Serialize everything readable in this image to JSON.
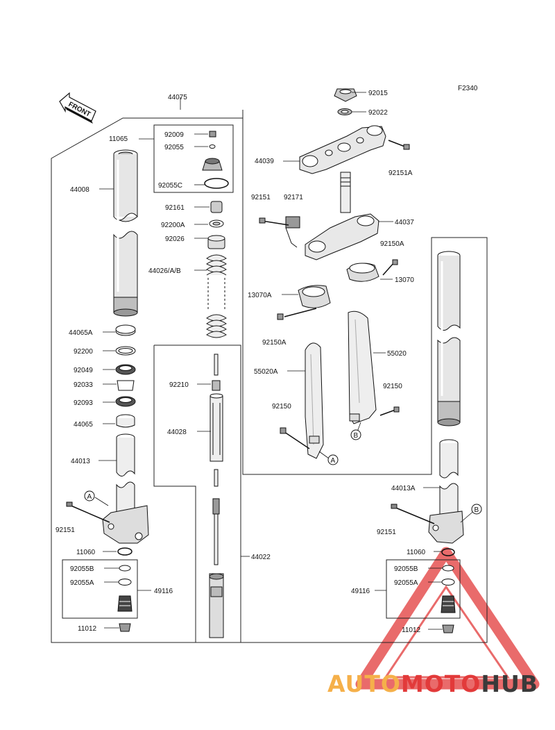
{
  "diagram": {
    "figure_code": "F2340",
    "front_label": "FRONT",
    "callouts": {
      "a1": "A",
      "b1": "B",
      "a2": "A",
      "b2": "B"
    },
    "labels": {
      "p44075": "44075",
      "p92015": "92015",
      "p92022": "92022",
      "p11065": "11065",
      "p92009": "92009",
      "p92055": "92055",
      "p44039": "44039",
      "p92151A": "92151A",
      "p44008": "44008",
      "p92055C": "92055C",
      "p92151_top": "92151",
      "p92171": "92171",
      "p92161": "92161",
      "p44037": "44037",
      "p92200A": "92200A",
      "p92026": "92026",
      "p92150A_r": "92150A",
      "p44026": "44026/A/B",
      "p13070": "13070",
      "p13070A": "13070A",
      "p44065A": "44065A",
      "p92150A_l": "92150A",
      "p92200": "92200",
      "p55020": "55020",
      "p92049": "92049",
      "p55020A": "55020A",
      "p92033": "92033",
      "p92210": "92210",
      "p92150_r": "92150",
      "p92093": "92093",
      "p92150_l": "92150",
      "p44065": "44065",
      "p44028": "44028",
      "p44013": "44013",
      "p44013A": "44013A",
      "p92151_l": "92151",
      "p92151_r": "92151",
      "p11060_l": "11060",
      "p44022": "44022",
      "p11060_r": "11060",
      "p92055B_l": "92055B",
      "p92055B_r": "92055B",
      "p92055A_l": "92055A",
      "p92055A_r": "92055A",
      "p49116_l": "49116",
      "p49116_r": "49116",
      "p11012_l": "11012",
      "p11012_r": "11012"
    }
  },
  "watermark": {
    "part1": "AUTO",
    "part2": "MOTO",
    "part3": "HUB",
    "color1": "#f5b04a",
    "color2": "#e23a3a",
    "color3": "#3a3a3a",
    "triangle_color": "#e23a3a"
  }
}
